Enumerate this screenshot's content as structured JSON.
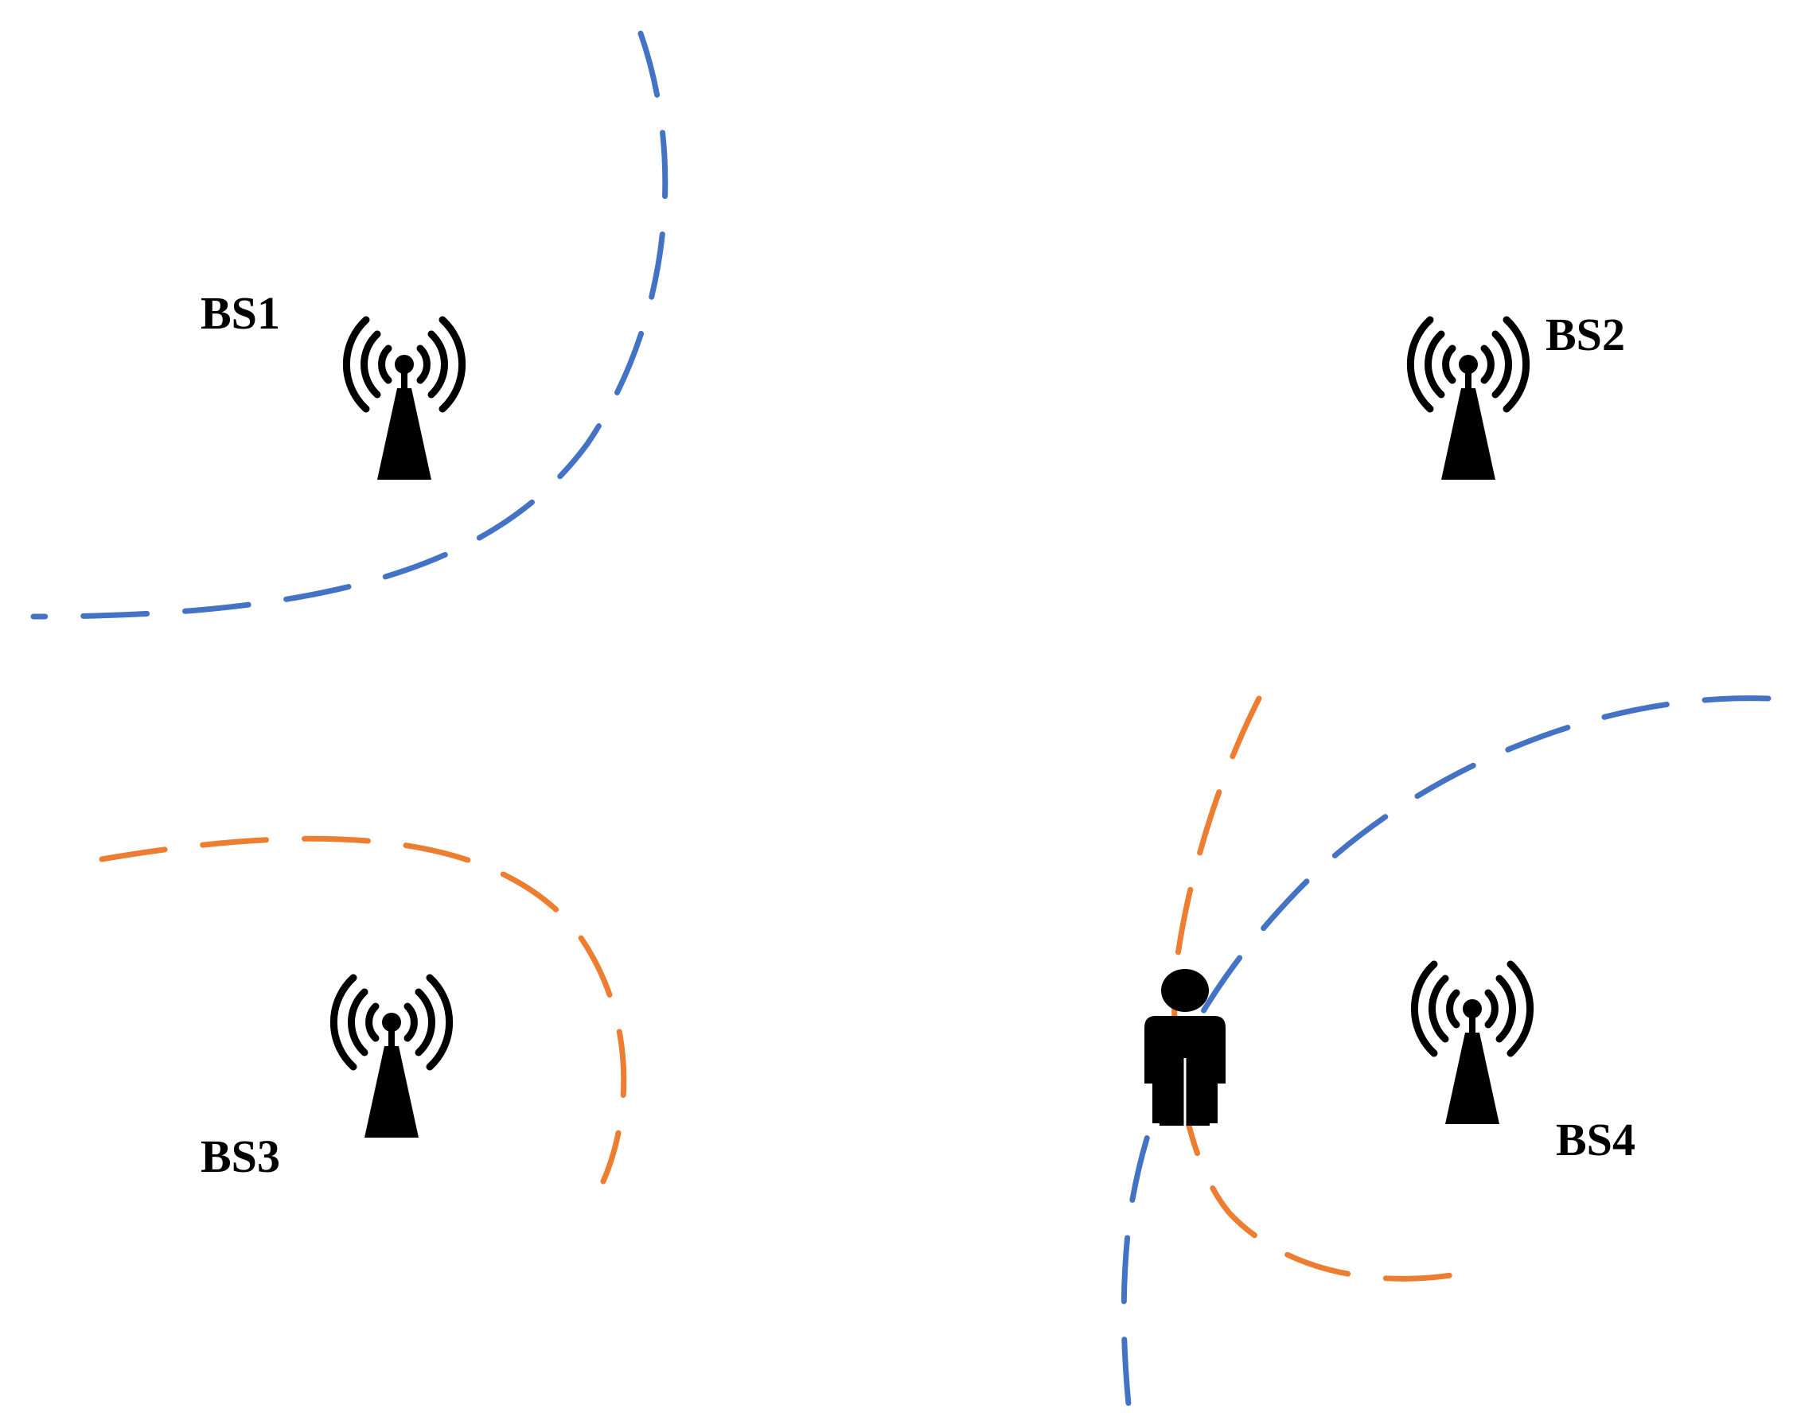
{
  "colors": {
    "hyperbola_blue": "#4472C4",
    "hyperbola_orange": "#ED7D31",
    "icon": "#000000",
    "background": "#FFFFFF"
  },
  "stations": [
    {
      "label": "BS1",
      "icon": "radio-tower-icon"
    },
    {
      "label": "BS2",
      "icon": "radio-tower-icon"
    },
    {
      "label": "BS3",
      "icon": "radio-tower-icon"
    },
    {
      "label": "BS4",
      "icon": "radio-tower-icon"
    }
  ],
  "user": {
    "icon": "person-icon"
  }
}
